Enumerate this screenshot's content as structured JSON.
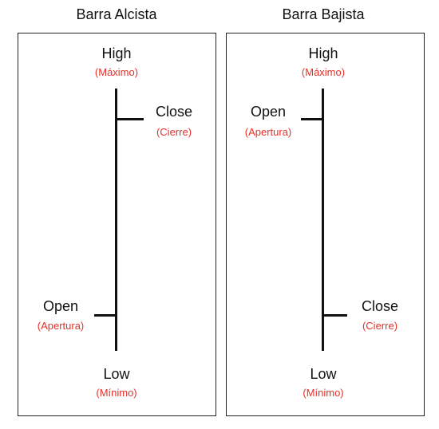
{
  "panels": [
    {
      "title": "Barra Alcista",
      "high": {
        "label": "High",
        "sub": "(Máximo)"
      },
      "low": {
        "label": "Low",
        "sub": "(Mínimo)"
      },
      "open": {
        "label": "Open",
        "sub": "(Apertura)"
      },
      "close": {
        "label": "Close",
        "sub": "(Cierre)"
      }
    },
    {
      "title": "Barra Bajista",
      "high": {
        "label": "High",
        "sub": "(Máximo)"
      },
      "low": {
        "label": "Low",
        "sub": "(Mínimo)"
      },
      "open": {
        "label": "Open",
        "sub": "(Apertura)"
      },
      "close": {
        "label": "Close",
        "sub": "(Cierre)"
      }
    }
  ],
  "colors": {
    "label": "#111111",
    "translation": "#e8302a",
    "line": "#111111"
  }
}
